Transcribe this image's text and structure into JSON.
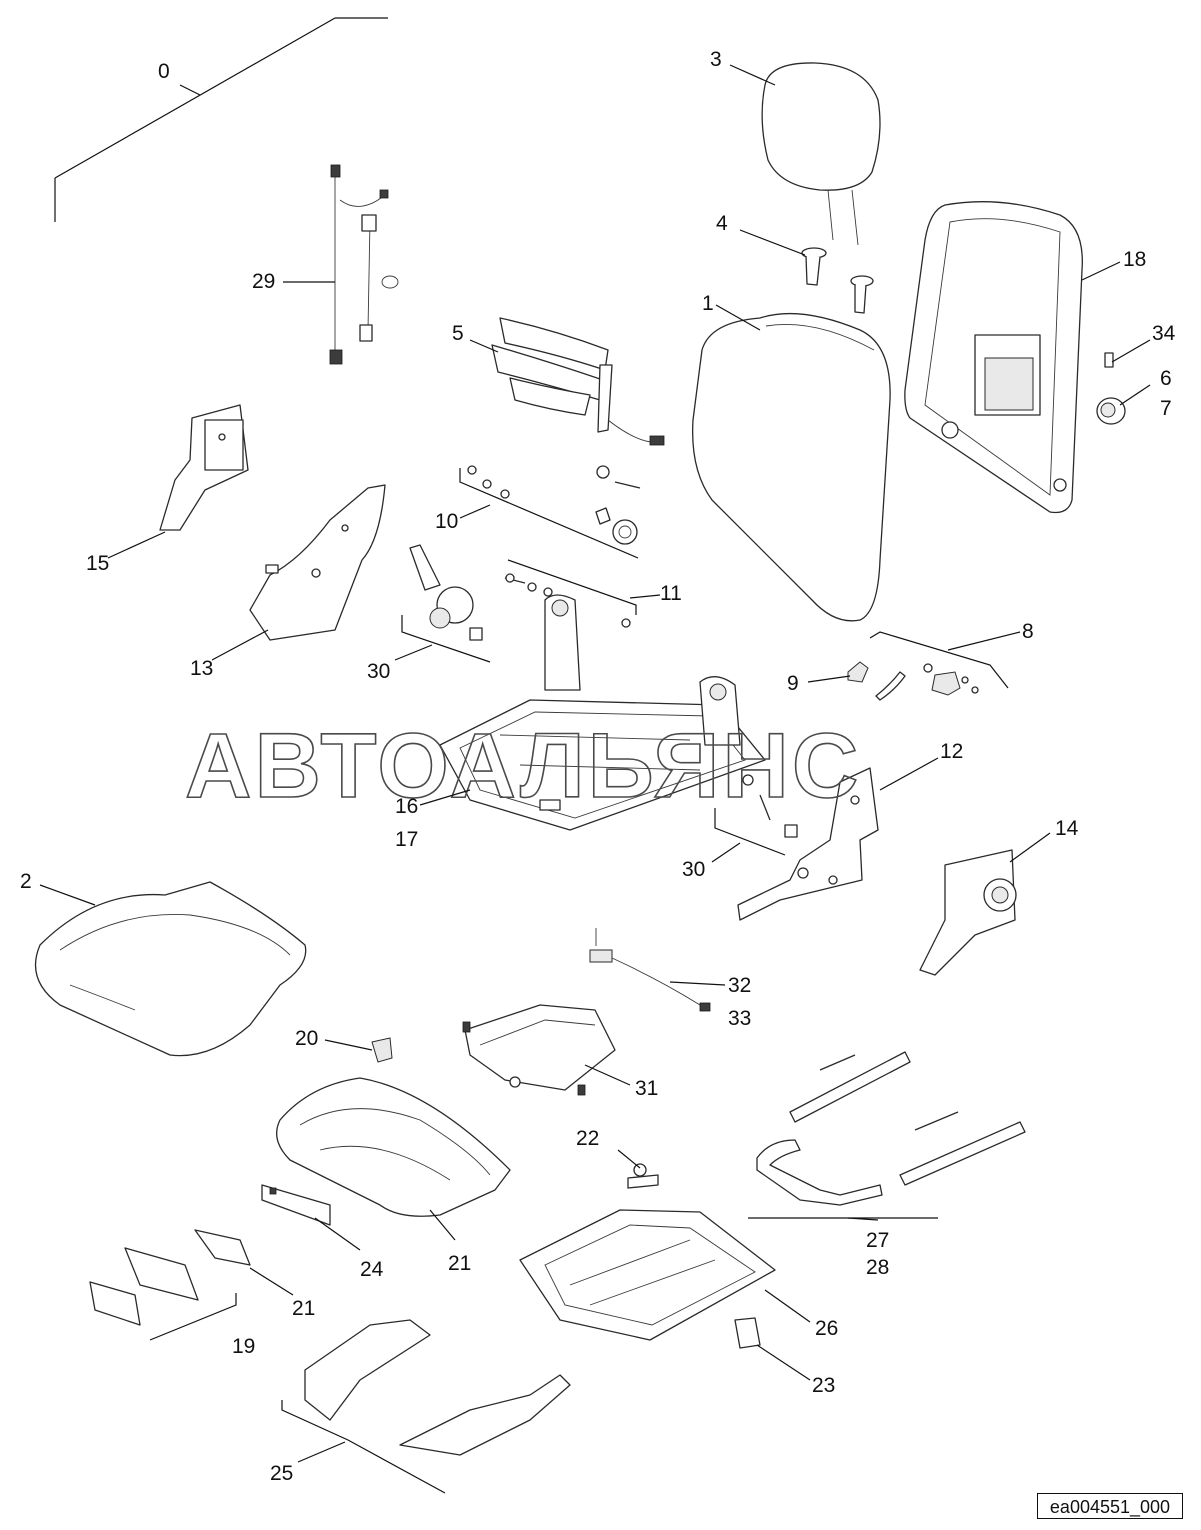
{
  "watermark": "АВТОАЛЬЯНС",
  "reference_code": "ea004551_000",
  "callouts": {
    "c0": "0",
    "c1": "1",
    "c2": "2",
    "c3": "3",
    "c4": "4",
    "c5": "5",
    "c6": "6",
    "c7": "7",
    "c8": "8",
    "c9": "9",
    "c10": "10",
    "c11": "11",
    "c12": "12",
    "c13": "13",
    "c14": "14",
    "c15": "15",
    "c16": "16",
    "c17": "17",
    "c18": "18",
    "c19": "19",
    "c20": "20",
    "c21a": "21",
    "c21b": "21",
    "c22": "22",
    "c23": "23",
    "c24": "24",
    "c25": "25",
    "c26": "26",
    "c27": "27",
    "c28": "28",
    "c29": "29",
    "c30a": "30",
    "c30b": "30",
    "c31": "31",
    "c32": "32",
    "c33": "33",
    "c34": "34"
  }
}
